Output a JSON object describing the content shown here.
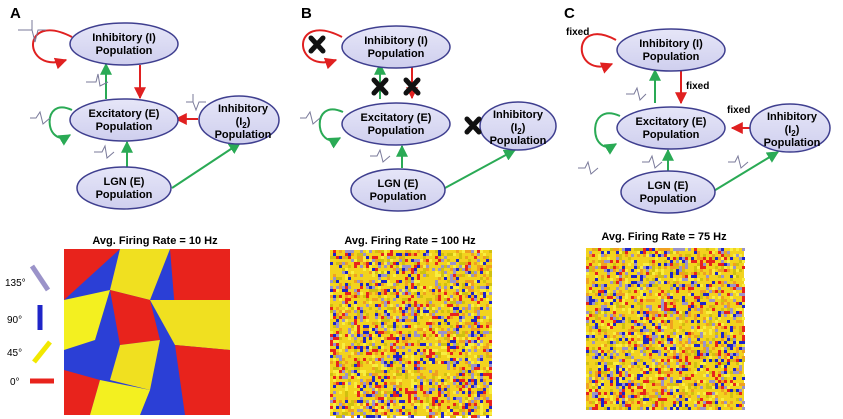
{
  "panels": [
    {
      "letter": "A",
      "nodes": {
        "inhibitory": [
          "Inhibitory (I)",
          "Population"
        ],
        "excitatory": [
          "Excitatory (E)",
          "Population"
        ],
        "inhibitory2": [
          "Inhibitory",
          "(I",
          "2",
          ")",
          "Population"
        ],
        "lgn": [
          "LGN (E)",
          "Population"
        ]
      },
      "avg_label": "Avg. Firing Rate = 10 Hz"
    },
    {
      "letter": "B",
      "nodes": {
        "inhibitory": [
          "Inhibitory (I)",
          "Population"
        ],
        "excitatory": [
          "Excitatory (E)",
          "Population"
        ],
        "inhibitory2": [
          "Inhibitory",
          "(I",
          "2",
          ")",
          "Population"
        ],
        "lgn": [
          "LGN (E)",
          "Population"
        ]
      },
      "avg_label": "Avg. Firing Rate = 100 Hz"
    },
    {
      "letter": "C",
      "nodes": {
        "inhibitory": [
          "Inhibitory (I)",
          "Population"
        ],
        "excitatory": [
          "Excitatory (E)",
          "Population"
        ],
        "inhibitory2": [
          "Inhibitory",
          "(I",
          "2",
          ")",
          "Population"
        ],
        "lgn": [
          "LGN (E)",
          "Population"
        ]
      },
      "fixed_labels": [
        "fixed",
        "fixed",
        "fixed"
      ],
      "avg_label": "Avg. Firing Rate = 75 Hz"
    }
  ],
  "orientation_legend": [
    {
      "label": "135°",
      "color": "#9b93c9"
    },
    {
      "label": "90°",
      "color": "#1f25c8"
    },
    {
      "label": "45°",
      "color": "#f2e800"
    },
    {
      "label": "0°",
      "color": "#e8231c"
    }
  ],
  "colors": {
    "node_fill": "#d9d9f3",
    "node_stroke": "#3f3f8f",
    "inhibitory_arrow": "#e02020",
    "excitatory_arrow": "#2aaa55",
    "cross": "#111111"
  }
}
